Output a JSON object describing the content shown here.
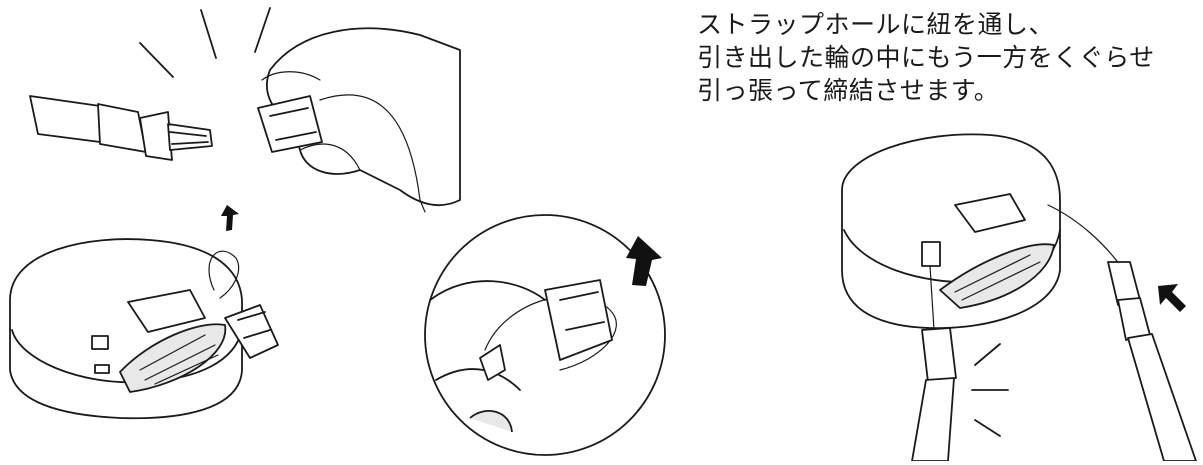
{
  "instructions": {
    "line1": "ストラップホールに紐を通し、",
    "line2": "引き出した輪の中にもう一方をくぐらせ",
    "line3": "引っ張って締結させます。"
  },
  "colors": {
    "line": "#1a1a1a",
    "fill": "#ffffff",
    "accent": "#111111"
  },
  "icons": [
    "up-arrow-icon",
    "motion-lines-icon"
  ]
}
